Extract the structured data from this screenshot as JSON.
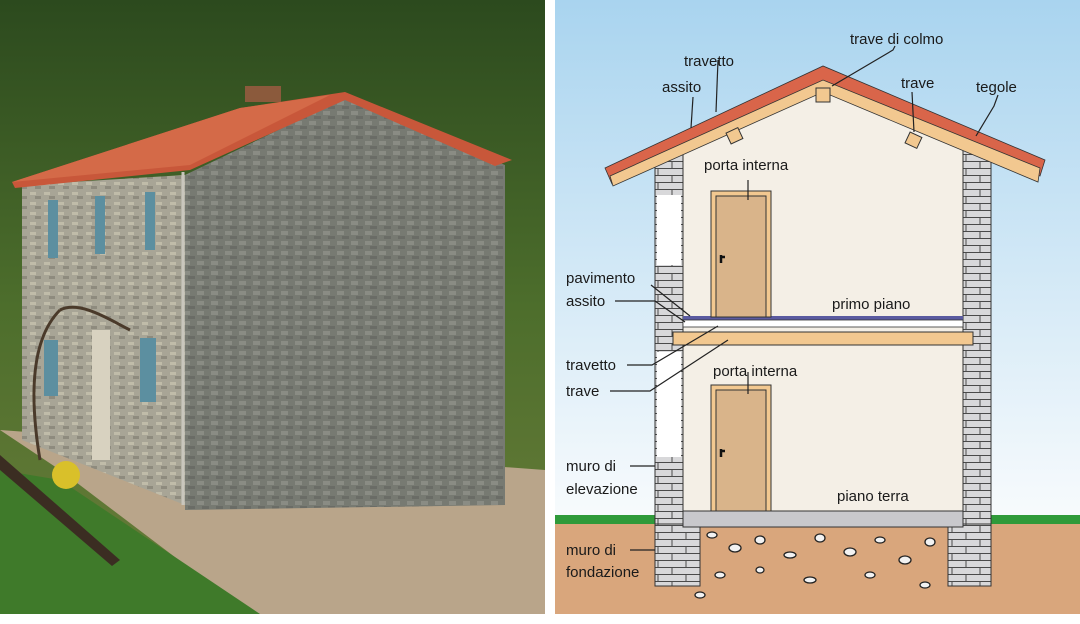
{
  "labels": {
    "trave_di_colmo": "trave di colmo",
    "travetto_roof": "travetto",
    "assito_roof": "assito",
    "trave_roof": "trave",
    "tegole": "tegole",
    "porta_interna_upper": "porta interna",
    "pavimento": "pavimento",
    "assito_floor": "assito",
    "primo_piano": "primo piano",
    "travetto_floor": "travetto",
    "trave_floor": "trave",
    "porta_interna_lower": "porta interna",
    "muro_elevazione_1": "muro di",
    "muro_elevazione_2": "elevazione",
    "piano_terra": "piano terra",
    "muro_fondazione_1": "muro di",
    "muro_fondazione_2": "fondazione"
  },
  "colors": {
    "sky": "#cfe6f3",
    "roof_tile": "#d9654a",
    "timber": "#f2c890",
    "door": "#d9b48a",
    "wall_fill": "#f4efe6",
    "brick": "#d8d8da",
    "grass": "#2f9a3a",
    "earth": "#d9a67c",
    "floor_blue": "#5a5aa0"
  }
}
